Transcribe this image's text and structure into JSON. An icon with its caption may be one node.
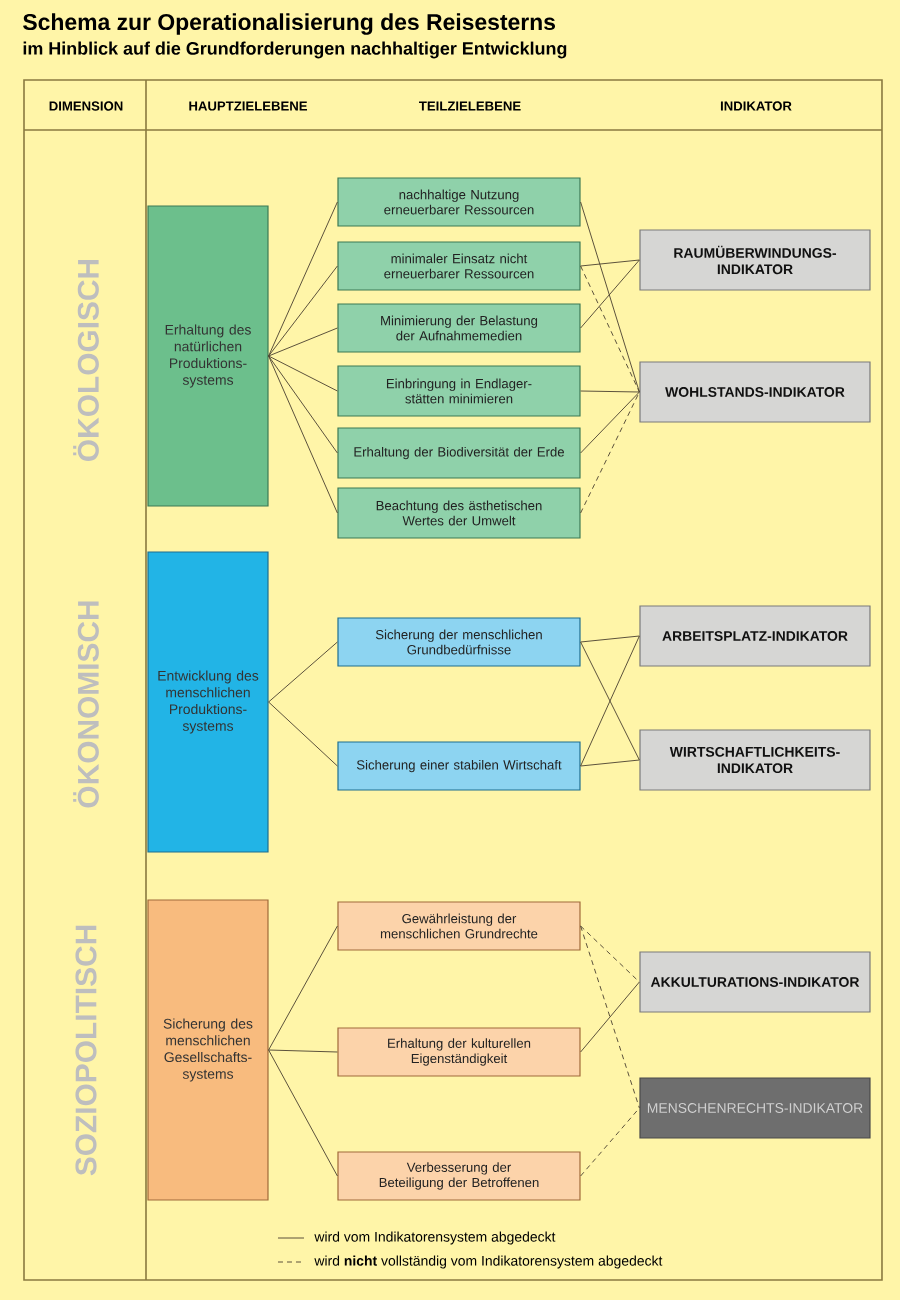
{
  "diagram": {
    "title": "Schema zur Operationalisierung des Reisesterns",
    "caption": "im Hinblick auf die Grundforderungen nachhaltiger Entwicklung",
    "nodes": [
      {
        "text": [
          "Erhaltung des natürlichen Produktions-systems"
        ]
      },
      {
        "text": [
          "nachhaltige Nutzung erneuerbarer Ressourcen"
        ]
      },
      {
        "text": [
          "minimaler Einsatz nicht erneuerbarer Ressourcen"
        ]
      },
      {
        "text": [
          "Minimierung der Belastung der Aufnahmemedien"
        ]
      },
      {
        "text": [
          "Einbringung in Endlager-stätten minimieren"
        ]
      },
      {
        "text": [
          "Erhaltung der Biodiversität der Erde"
        ]
      },
      {
        "text": [
          "Beachtung des ästhetischen Wertes der Umwelt"
        ]
      },
      {
        "text": [
          "RAUMÜBERWINDUNGS-INDIKATOR"
        ]
      },
      {
        "text": [
          "WOHLSTANDS-INDIKATOR"
        ]
      },
      {
        "text": [
          "Entwicklung des menschlichen Produktions-systems"
        ]
      },
      {
        "text": [
          "Sicherung der menschlichen Grundbedürfnisse"
        ]
      },
      {
        "text": [
          "Sicherung einer stabilen Wirtschaft"
        ]
      },
      {
        "text": [
          "ARBEITSPLATZ-INDIKATOR"
        ]
      },
      {
        "text": [
          "WIRTSCHAFTLICHKEITS-INDIKATOR"
        ]
      },
      {
        "text": [
          "Sicherung des menschlichen Gesellschafts-systems"
        ]
      },
      {
        "text": [
          "Gewährleistung der menschlichen Grundrechte"
        ]
      },
      {
        "text": [
          "Erhaltung der kulturellen Eigenständigkeit"
        ]
      },
      {
        "text": [
          "Verbesserung der Beteiligung der Betroffenen"
        ]
      },
      {
        "text": [
          "AKKULTURATIONS-INDIKATOR"
        ]
      },
      {
        "text": [
          "MENSCHENRECHTS-INDIKATOR"
        ]
      }
    ],
    "edges": [
      {
        "from": 0,
        "to": 1,
        "arrow": "none"
      },
      {
        "from": 0,
        "to": 2,
        "arrow": "none"
      },
      {
        "from": 0,
        "to": 3,
        "arrow": "none"
      },
      {
        "from": 0,
        "to": 4,
        "arrow": "none"
      },
      {
        "from": 0,
        "to": 5,
        "arrow": "none"
      },
      {
        "from": 0,
        "to": 6,
        "arrow": "none"
      },
      {
        "from": 1,
        "to": 8,
        "arrow": "none"
      },
      {
        "from": 2,
        "to": 7,
        "arrow": "none"
      },
      {
        "from": 2,
        "to": 8,
        "arrow": "none",
        "style": "dashed"
      },
      {
        "from": 3,
        "to": 7,
        "arrow": "none"
      },
      {
        "from": 4,
        "to": 8,
        "arrow": "none"
      },
      {
        "from": 5,
        "to": 8,
        "arrow": "none"
      },
      {
        "from": 6,
        "to": 8,
        "arrow": "none",
        "style": "dashed"
      },
      {
        "from": 9,
        "to": 10,
        "arrow": "none"
      },
      {
        "from": 9,
        "to": 11,
        "arrow": "none"
      },
      {
        "from": 10,
        "to": 12,
        "arrow": "none"
      },
      {
        "from": 10,
        "to": 13,
        "arrow": "none"
      },
      {
        "from": 11,
        "to": 12,
        "arrow": "none"
      },
      {
        "from": 11,
        "to": 13,
        "arrow": "none"
      },
      {
        "from": 14,
        "to": 15,
        "arrow": "none"
      },
      {
        "from": 14,
        "to": 16,
        "arrow": "none"
      },
      {
        "from": 14,
        "to": 17,
        "arrow": "none"
      },
      {
        "from": 15,
        "to": 18,
        "arrow": "none",
        "style": "dashed"
      },
      {
        "from": 15,
        "to": 19,
        "arrow": "none",
        "style": "dashed"
      },
      {
        "from": 16,
        "to": 18,
        "arrow": "none"
      },
      {
        "from": 17,
        "to": 19,
        "arrow": "none",
        "style": "dashed"
      }
    ],
    "labels": [
      "DIMENSION",
      "HAUPTZIELEBENE",
      "TEILZIELEBENE",
      "INDIKATOR",
      "ÖKOLOGISCH",
      "ÖKONOMISCH",
      "SOZIOPOLITISCH"
    ],
    "legend": [
      {
        "text": "wird vom Indikatorensystem abgedeckt"
      },
      {
        "text": "wird **nicht** vollständig vom Indikatorensystem abgedeckt"
      }
    ]
  }
}
